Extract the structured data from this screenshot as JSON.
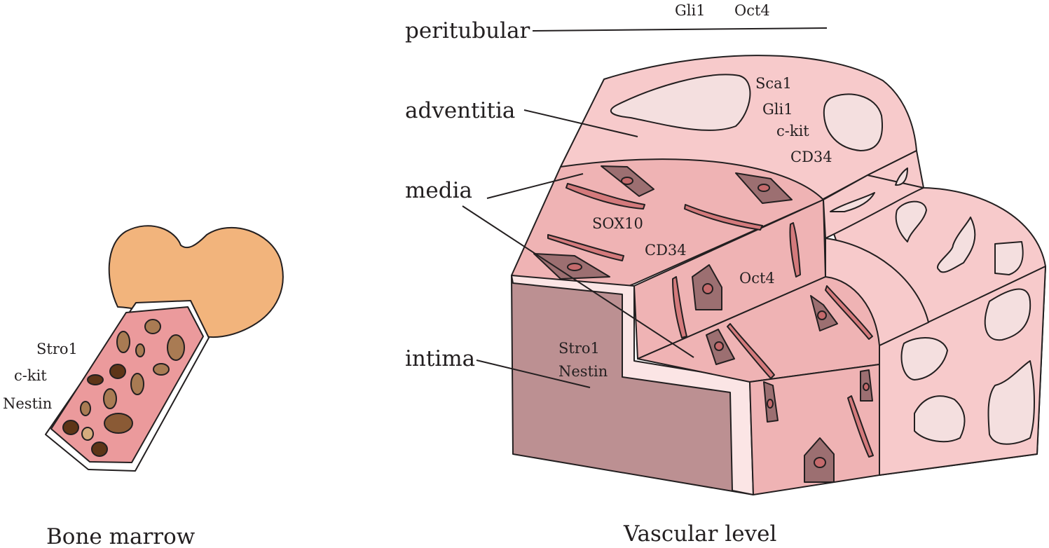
{
  "bone_marrow": {
    "markers": [
      "Stro1",
      "c-kit",
      "Nestin"
    ],
    "caption": "Bone marrow"
  },
  "vascular": {
    "caption": "Vascular level",
    "layers": {
      "peritubular": "peritubular",
      "adventitia": "adventitia",
      "media": "media",
      "intima": "intima"
    },
    "peritubular_markers": [
      "Gli1",
      "Oct4"
    ],
    "adventitia_markers": [
      "Sca1",
      "Gli1",
      "c-kit",
      "CD34"
    ],
    "media_markers": [
      "SOX10",
      "CD34",
      "Oct4"
    ],
    "intima_markers": [
      "Stro1",
      "Nestin"
    ]
  },
  "colors": {
    "outline": "#231f20",
    "bone_cap": "#f2b47c",
    "bone_shaft": "#eb9a9c",
    "adventitia_fill": "#f7cacb",
    "media_fill": "#efb3b4",
    "intima_fill": "#bc9092",
    "elastic_lamina": "#fbe5e5",
    "cell_dark": "#9c6f71",
    "cell_fiber": "#d47a7c"
  }
}
